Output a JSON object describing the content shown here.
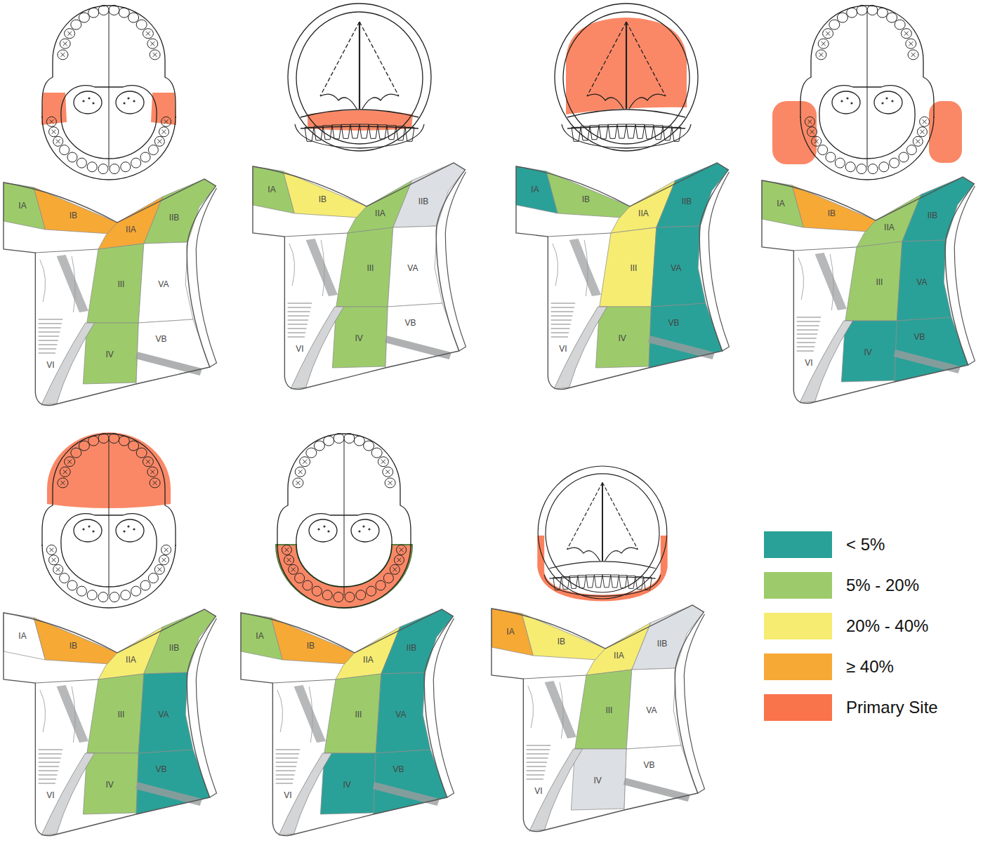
{
  "diagram": {
    "labels": [
      "IA",
      "IB",
      "IIA",
      "IIB",
      "III",
      "VA",
      "IV",
      "VB",
      "VI",
      "IA",
      "IB",
      "IIA",
      "IIB",
      "III",
      "VA",
      "IV",
      "VB",
      "VI",
      "IA",
      "IB",
      "IIA",
      "IIB",
      "III",
      "VA",
      "IV",
      "VB",
      "VI",
      "IA",
      "IB",
      "IIA",
      "IIB",
      "III",
      "VA",
      "IV",
      "VB",
      "VI",
      "IA",
      "IB",
      "IIA",
      "IIB",
      "III",
      "VA",
      "IV",
      "VB",
      "VI",
      "IA",
      "IB",
      "IIA",
      "IIB",
      "III",
      "VA",
      "IV",
      "VB",
      "VI",
      "IA",
      "IB",
      "IIA",
      "IIB",
      "III",
      "VA",
      "IV",
      "VB",
      "VI"
    ],
    "legend": [
      {
        "text": "< 5%",
        "color": "#2aa198"
      },
      {
        "text": "5% - 20%",
        "color": "#9dcb6b"
      },
      {
        "text": "20% - 40%",
        "color": "#f6ec72"
      },
      {
        "text": "≥ 40%",
        "color": "#f7a935"
      },
      {
        "text": "Primary Site",
        "color": "#f9734b"
      }
    ]
  }
}
